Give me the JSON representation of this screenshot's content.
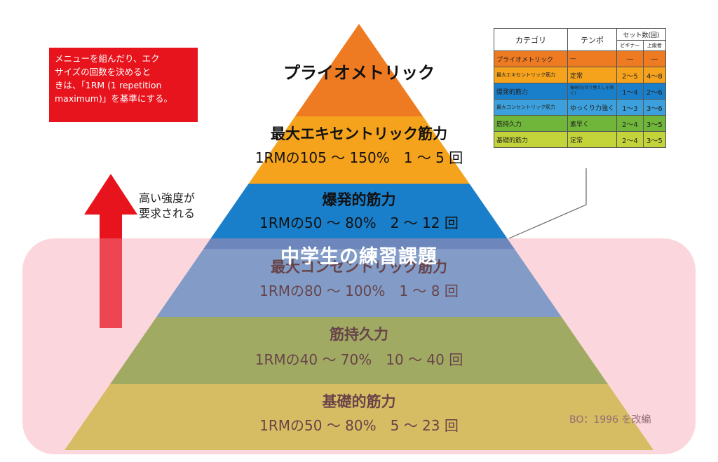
{
  "note": {
    "lines": [
      "メニューを組んだり、エク",
      "サイズの回数を決めると",
      "きは、「1RM (1 repetition",
      "maximum)」を基準にする。"
    ],
    "bg_color": "#e8141d"
  },
  "side_label": {
    "lines": [
      "高い強度が",
      "要求される"
    ]
  },
  "arrow": {
    "color": "#e8141d",
    "icon": "up-arrow-icon"
  },
  "pyramid": {
    "levels": [
      {
        "title": "プライオメトリック",
        "detail": "",
        "color": "#ee7b22"
      },
      {
        "title": "最大エキセントリック筋力",
        "detail": "1RMの105 ～ 150%　1 ～ 5 回",
        "color": "#f5a21c"
      },
      {
        "title": "爆発的筋力",
        "detail": "1RMの50 ～ 80%　2 ～ 12 回",
        "color": "#1a7fcb"
      },
      {
        "title": "最大コンセントリック筋力",
        "detail": "1RMの80 ～ 100%　1 ～ 8 回",
        "color": "#3ca0dc"
      },
      {
        "title": "筋持久力",
        "detail": "1RMの40 ～ 70%　10 ～ 40 回",
        "color": "#6fb63a"
      },
      {
        "title": "基礎的筋力",
        "detail": "1RMの50 ～ 80%　5 ～ 23 回",
        "color": "#c3d43a"
      }
    ]
  },
  "legend_table": {
    "headers": {
      "category": "カテゴリ",
      "tempo": "テンポ",
      "sets": "セット数(回)",
      "beginner": "ビギナー",
      "advanced": "上級者"
    },
    "rows": [
      {
        "category": "プライオメトリック",
        "tempo": "—",
        "beginner": "—",
        "advanced": "—",
        "color": "#ee7b22"
      },
      {
        "category": "最大エキセントリック筋力",
        "tempo": "定常",
        "beginner": "2～5",
        "advanced": "4～8",
        "color": "#f5a21c"
      },
      {
        "category": "爆発的筋力",
        "tempo": "爆発的(切り替えしを除く)",
        "beginner": "1～4",
        "advanced": "2～6",
        "color": "#1a7fcb"
      },
      {
        "category": "最大コンセントリック筋力",
        "tempo": "ゆっくり力強く",
        "beginner": "1～3",
        "advanced": "3～6",
        "color": "#3ca0dc"
      },
      {
        "category": "筋持久力",
        "tempo": "素早く",
        "beginner": "2～4",
        "advanced": "3～5",
        "color": "#6fb63a"
      },
      {
        "category": "基礎的筋力",
        "tempo": "定常",
        "beginner": "2～4",
        "advanced": "3～5",
        "color": "#c3d43a"
      }
    ]
  },
  "overlay": {
    "title": "中学生の練習課題",
    "color": "#f496a5"
  },
  "credit": "BO：1996 を改編"
}
